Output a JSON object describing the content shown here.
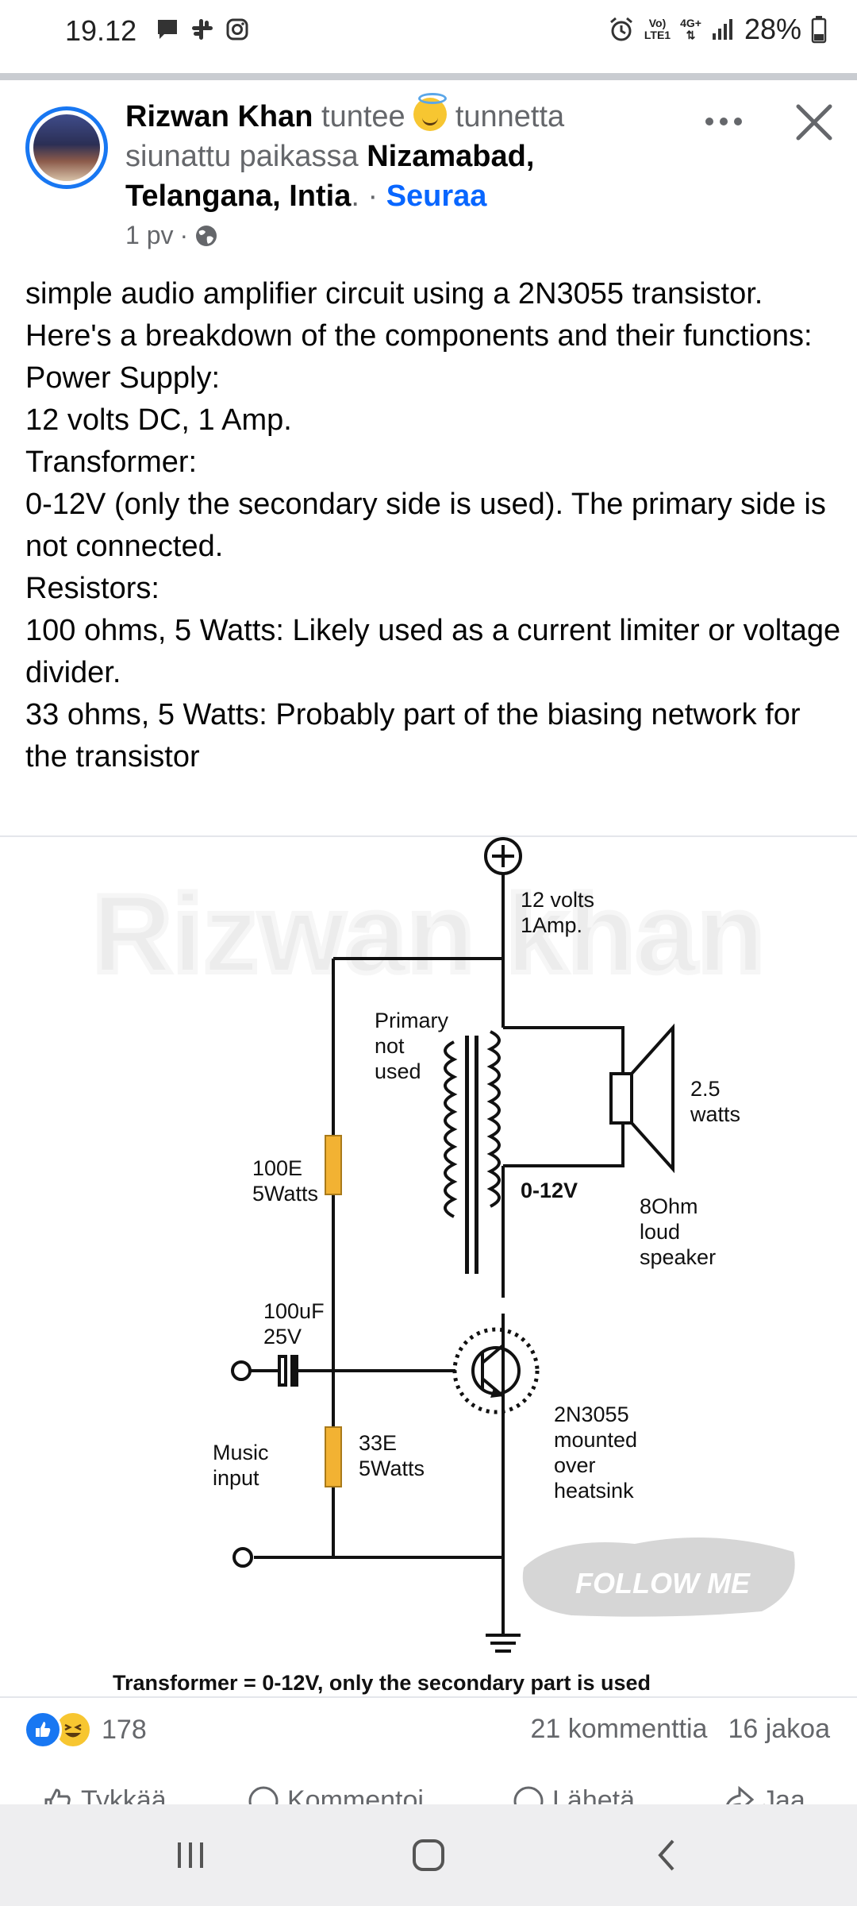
{
  "status_bar": {
    "time": "19.12",
    "volte_line1": "Vo)",
    "volte_line2": "LTE1",
    "network": "4G+",
    "battery": "28%",
    "icons": [
      "chat-bubble-icon",
      "slack-icon",
      "instagram-icon",
      "alarm-icon",
      "signal-icon",
      "battery-icon"
    ]
  },
  "post": {
    "author": "Rizwan Khan",
    "feeling_prefix": "tuntee",
    "feeling": "tunnetta siunattu",
    "location_prefix": "paikassa",
    "location": "Nizamabad, Telangana, Intia",
    "location_suffix": ". · ",
    "follow_label": "Seuraa",
    "time_ago": "1 pv",
    "meta_separator": "·",
    "lines": [
      "simple audio amplifier circuit using a 2N3055 transistor. Here's a breakdown of the components and their functions:",
      "Power Supply:",
      "12 volts DC, 1 Amp.",
      "Transformer:",
      "0-12V (only the secondary side is used). The primary side is not connected.",
      "Resistors:",
      "100 ohms, 5 Watts: Likely used as a current limiter or voltage divider.",
      "33 ohms, 5 Watts: Probably part of the biasing network for the transistor"
    ]
  },
  "diagram": {
    "watermark": "Rizwan khan",
    "supply_line1": "12 volts",
    "supply_line2": "1Amp.",
    "primary_line1": "Primary",
    "primary_line2": "not",
    "primary_line3": "used",
    "r1_line1": "100E",
    "r1_line2": "5Watts",
    "secondary": "0-12V",
    "speaker_w_line1": "2.5",
    "speaker_w_line2": "watts",
    "speaker_line1": "8Ohm",
    "speaker_line2": "loud",
    "speaker_line3": "speaker",
    "cap_line1": "100uF",
    "cap_line2": "25V",
    "input_line1": "Music",
    "input_line2": "input",
    "r2_line1": "33E",
    "r2_line2": "5Watts",
    "transistor_line1": "2N3055",
    "transistor_line2": "mounted",
    "transistor_line3": "over",
    "transistor_line4": "heatsink",
    "follow_stamp": "FOLLOW ME",
    "caption": "Transformer = 0-12V, only the secondary part is used"
  },
  "engagement": {
    "reaction_count": "178",
    "comments": "21 kommenttia",
    "shares": "16 jakoa",
    "actions": [
      "Tykkää",
      "Kommentoi",
      "Lähetä",
      "Jaa"
    ]
  },
  "colors": {
    "accent": "#0866ff",
    "like_blue": "#1877f2",
    "resistor": "#f2b233",
    "secondary_text": "#65676b"
  }
}
